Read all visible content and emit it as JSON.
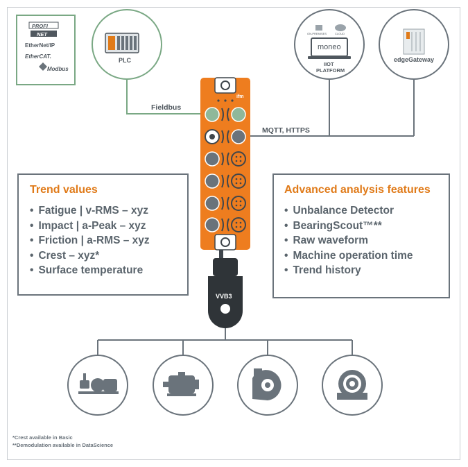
{
  "protocols": {
    "profinet_top": "PROFI",
    "profinet_bottom": "NET",
    "ethernet_ip": "EtherNet/IP",
    "ethercat": "EtherCAT.",
    "modbus": "Modbus"
  },
  "plc": {
    "label": "PLC"
  },
  "iiot": {
    "screen_text": "moneo",
    "cloud_left": "ON-PREMISES",
    "cloud_right": "CLOUD",
    "label_line1": "IIOT",
    "label_line2": "PLATFORM"
  },
  "gateway": {
    "label": "edgeGateway"
  },
  "connections": {
    "fieldbus": "Fieldbus",
    "mqtt": "MQTT, HTTPS"
  },
  "module": {
    "brand": "ifm",
    "cable": "VVB3"
  },
  "trend": {
    "title": "Trend values",
    "items": [
      "Fatigue | v-RMS – xyz",
      "Impact  | a-Peak – xyz",
      "Friction | a-RMS – xyz",
      "Crest – xyz*",
      "Surface temperature"
    ]
  },
  "advanced": {
    "title": "Advanced analysis features",
    "items": [
      "Unbalance Detector",
      "BearingScout™**",
      "Raw waveform",
      "Machine operation time",
      "Trend history"
    ]
  },
  "machines": [
    "pump-icon",
    "motor-icon",
    "fan-icon",
    "bearing-icon"
  ],
  "footnotes": [
    "*Crest available in Basic",
    "**Demodulation available in DataScience"
  ],
  "colors": {
    "accent": "#e07b1a",
    "green": "#7aa884",
    "gray": "#6a737b"
  }
}
